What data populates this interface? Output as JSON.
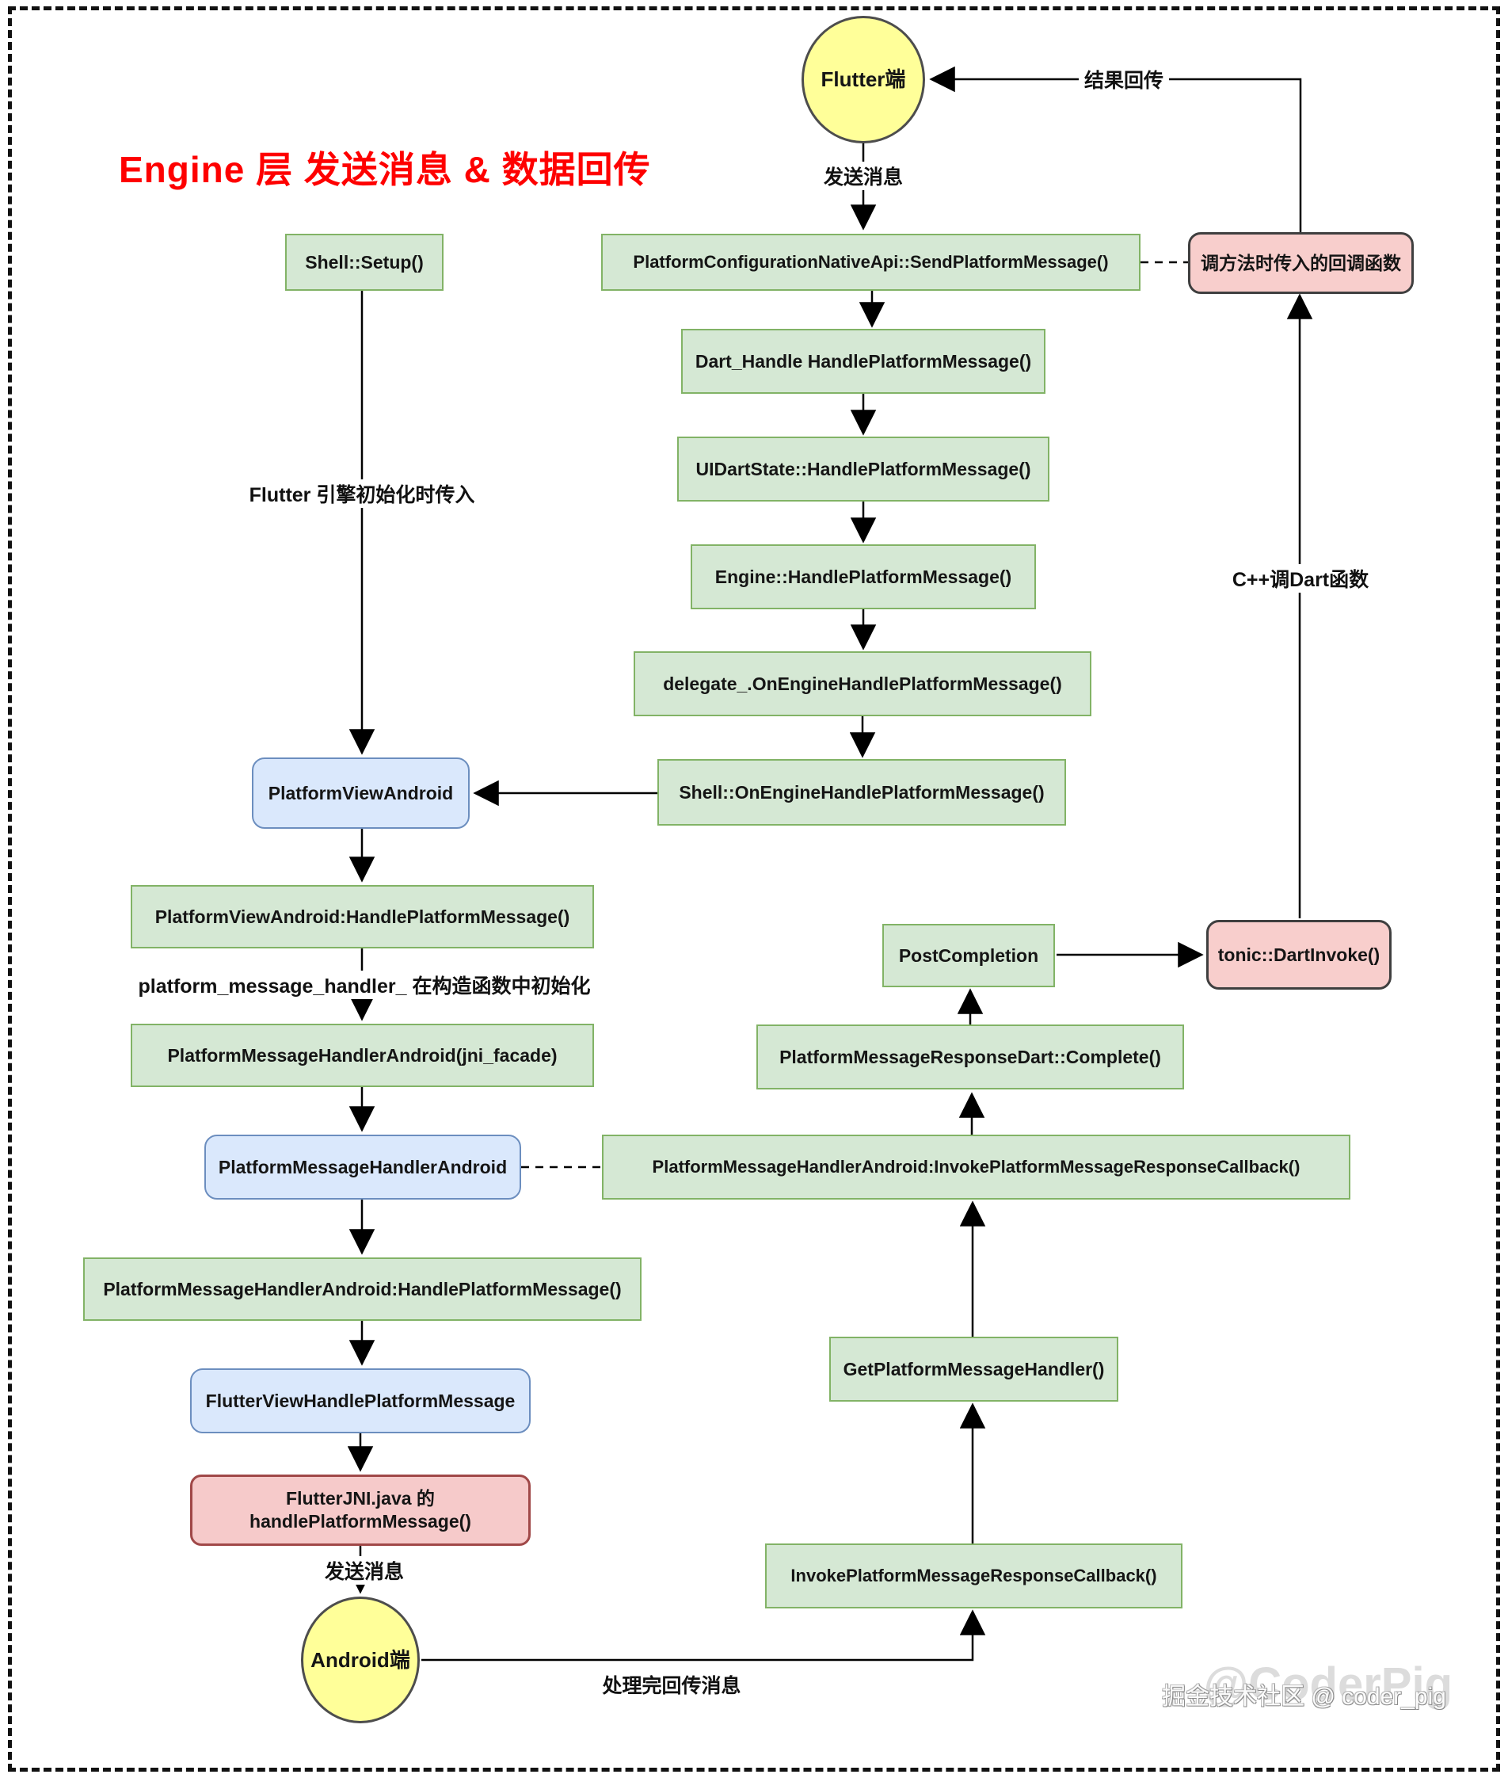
{
  "title": "Engine 层 发送消息 & 数据回传",
  "colors": {
    "green_fill": "#d5e8d4",
    "green_border": "#82b366",
    "blue_fill": "#dae8fc",
    "blue_border": "#6c8ebf",
    "pink_fill": "#f8cecc",
    "pink_border_dark": "#3f3f3f",
    "pink_border_red": "#a04848",
    "yellow_fill": "#ffff99",
    "title_red": "#fe0000",
    "line_black": "#000000"
  },
  "nodes": {
    "flutter_circle": {
      "label": "Flutter端"
    },
    "shell_setup": {
      "label": "Shell::Setup()"
    },
    "send_pm": {
      "label": "PlatformConfigurationNativeApi::SendPlatformMessage()"
    },
    "callback_pink": {
      "label": "调方法时传入的回调函数"
    },
    "dart_handle": {
      "label": "Dart_Handle HandlePlatformMessage()"
    },
    "uidartstate": {
      "label": "UIDartState::HandlePlatformMessage()"
    },
    "engine_handle": {
      "label": "Engine::HandlePlatformMessage()"
    },
    "delegate_box": {
      "label": "delegate_.OnEngineHandlePlatformMessage()"
    },
    "shell_onengine": {
      "label": "Shell::OnEngineHandlePlatformMessage()"
    },
    "platform_view_android": {
      "label": "PlatformViewAndroid"
    },
    "pva_handle": {
      "label": "PlatformViewAndroid:HandlePlatformMessage()"
    },
    "pmha_jni": {
      "label": "PlatformMessageHandlerAndroid(jni_facade)"
    },
    "pmha_blue": {
      "label": "PlatformMessageHandlerAndroid"
    },
    "long_box": {
      "label": "PlatformMessageHandlerAndroid:InvokePlatformMessageResponseCallback()"
    },
    "pmrd_complete": {
      "label": "PlatformMessageResponseDart::Complete()"
    },
    "post_completion": {
      "label": "PostCompletion"
    },
    "tonic": {
      "label": "tonic::DartInvoke()"
    },
    "pmha_handle": {
      "label": "PlatformMessageHandlerAndroid:HandlePlatformMessage()"
    },
    "flutter_view": {
      "label": "FlutterViewHandlePlatformMessage"
    },
    "flutter_jni": {
      "line1": "FlutterJNI.java 的",
      "line2": "handlePlatformMessage()"
    },
    "get_pmh": {
      "label": "GetPlatformMessageHandler()"
    },
    "invoke_pmrc": {
      "label": "InvokePlatformMessageResponseCallback()"
    },
    "android_circle": {
      "label": "Android端"
    }
  },
  "edge_labels": {
    "send_message_top": "发送消息",
    "result_return": "结果回传",
    "engine_init": "Flutter 引擎初始化时传入",
    "handler_init": "platform_message_handler_ 在构造函数中初始化",
    "cpp_call_dart": "C++调Dart函数",
    "send_message_bottom": "发送消息",
    "process_return": "处理完回传消息"
  },
  "watermark": {
    "ghost": "@CoderPig",
    "text": "掘金技术社区 @ coder_pig"
  }
}
